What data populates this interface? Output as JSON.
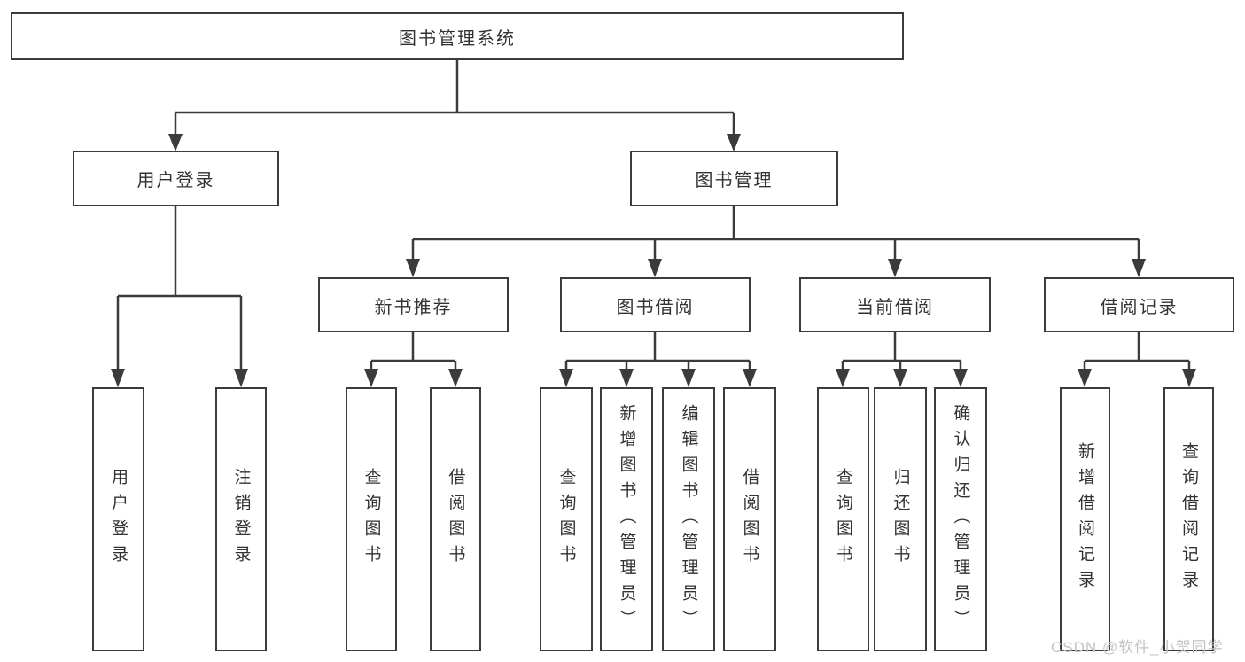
{
  "diagram": {
    "title": "图书管理系统",
    "level2": {
      "login": "用户登录",
      "management": "图书管理"
    },
    "level3": {
      "new_book": "新书推荐",
      "borrowing": "图书借阅",
      "current": "当前借阅",
      "records": "借阅记录"
    },
    "leaves": {
      "user_login": "用户登录",
      "logout": "注销登录",
      "nb_query": "查询图书",
      "nb_borrow": "借阅图书",
      "bb_query": "查询图书",
      "bb_add": "新增图书（管理员）",
      "bb_edit": "编辑图书（管理员）",
      "bb_borrow": "借阅图书",
      "cb_query": "查询图书",
      "cb_return": "归还图书",
      "cb_confirm": "确认归还（管理员）",
      "br_add": "新增借阅记录",
      "br_query": "查询借阅记录"
    }
  },
  "watermark": "CSDN @软件_小贺同学",
  "colors": {
    "line": "#3b3b3b",
    "text": "#323232",
    "watermark": "#c3c3c3",
    "background": "#ffffff"
  }
}
